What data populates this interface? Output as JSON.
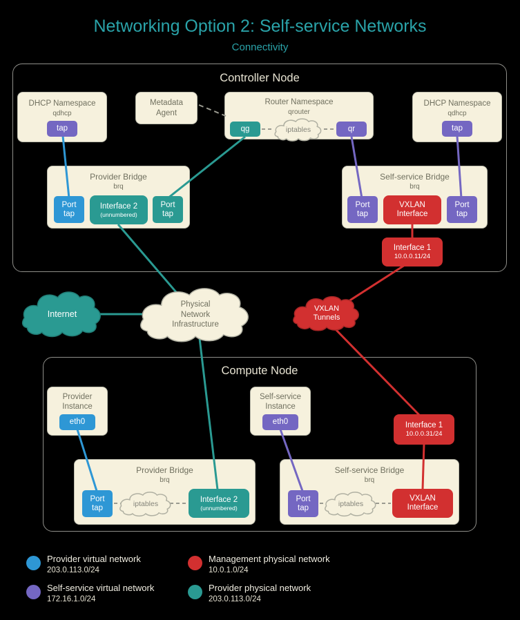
{
  "title": "Networking Option 2: Self-service Networks",
  "subtitle": "Connectivity",
  "controller": {
    "title": "Controller Node",
    "dhcp_left": {
      "title": "DHCP Namespace",
      "name": "qdhcp",
      "tap": "tap"
    },
    "metadata": {
      "line1": "Metadata",
      "line2": "Agent"
    },
    "router": {
      "title": "Router Namespace",
      "name": "qrouter",
      "qg": "qg",
      "iptables": "iptables",
      "qr": "qr"
    },
    "dhcp_right": {
      "title": "DHCP Namespace",
      "name": "qdhcp",
      "tap": "tap"
    },
    "provider_bridge": {
      "title": "Provider Bridge",
      "name": "brq",
      "port1": {
        "line1": "Port",
        "line2": "tap"
      },
      "iface2": {
        "line1": "Interface 2",
        "line2": "(unnumbered)"
      },
      "port2": {
        "line1": "Port",
        "line2": "tap"
      }
    },
    "selfservice_bridge": {
      "title": "Self-service Bridge",
      "name": "brq",
      "port1": {
        "line1": "Port",
        "line2": "tap"
      },
      "vxlan": {
        "line1": "VXLAN",
        "line2": "Interface"
      },
      "port2": {
        "line1": "Port",
        "line2": "tap"
      }
    },
    "iface1": {
      "line1": "Interface 1",
      "line2": "10.0.0.11/24"
    }
  },
  "clouds": {
    "internet": "Internet",
    "physical": {
      "line1": "Physical",
      "line2": "Network",
      "line3": "Infrastructure"
    },
    "vxlan": {
      "line1": "VXLAN",
      "line2": "Tunnels"
    }
  },
  "compute": {
    "title": "Compute Node",
    "provider_instance": {
      "line1": "Provider",
      "line2": "Instance",
      "eth0": "eth0"
    },
    "selfservice_instance": {
      "line1": "Self-service",
      "line2": "Instance",
      "eth0": "eth0"
    },
    "iface1": {
      "line1": "Interface 1",
      "line2": "10.0.0.31/24"
    },
    "provider_bridge": {
      "title": "Provider Bridge",
      "name": "brq",
      "port": {
        "line1": "Port",
        "line2": "tap"
      },
      "iptables": "iptables",
      "iface2": {
        "line1": "Interface 2",
        "line2": "(unnumbered)"
      }
    },
    "selfservice_bridge": {
      "title": "Self-service Bridge",
      "name": "brq",
      "port": {
        "line1": "Port",
        "line2": "tap"
      },
      "iptables": "iptables",
      "vxlan": {
        "line1": "VXLAN",
        "line2": "Interface"
      }
    }
  },
  "legend": [
    {
      "label": "Provider virtual network",
      "cidr": "203.0.113.0/24",
      "color": "#2e97d5"
    },
    {
      "label": "Self-service virtual network",
      "cidr": "172.16.1.0/24",
      "color": "#7467c2"
    },
    {
      "label": "Management physical network",
      "cidr": "10.0.1.0/24",
      "color": "#d23030"
    },
    {
      "label": "Provider physical network",
      "cidr": "203.0.113.0/24",
      "color": "#2a9a92"
    }
  ],
  "colors": {
    "provider_virtual": "#2e97d5",
    "self_service_virtual": "#7467c2",
    "management_physical": "#d23030",
    "provider_physical": "#2a9a92",
    "box_fill": "#f6f1dd",
    "title_teal": "#2aa3a9"
  }
}
